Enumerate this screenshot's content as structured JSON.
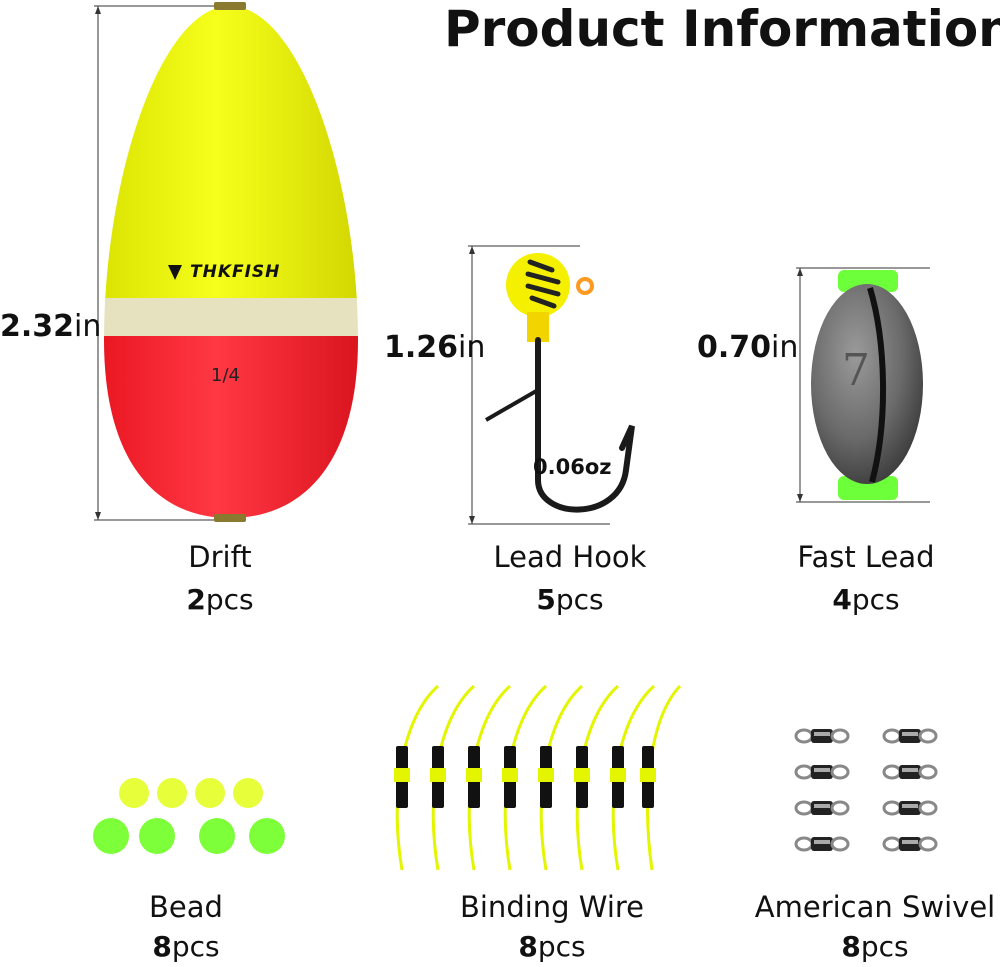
{
  "title": "Product Information",
  "brand": "THKFISH",
  "float_marking": "1/4",
  "hook_weight": "0.06oz",
  "sinker_marking": "7",
  "dimensions": {
    "drift": {
      "value": "2.32",
      "unit": "in"
    },
    "hook": {
      "value": "1.26",
      "unit": "in"
    },
    "lead": {
      "value": "0.70",
      "unit": "in"
    }
  },
  "products": [
    {
      "name": "Drift",
      "qty": "2",
      "unit": "pcs"
    },
    {
      "name": "Lead Hook",
      "qty": "5",
      "unit": "pcs"
    },
    {
      "name": "Fast Lead",
      "qty": "4",
      "unit": "pcs"
    },
    {
      "name": "Bead",
      "qty": "8",
      "unit": "pcs"
    },
    {
      "name": "Binding Wire",
      "qty": "8",
      "unit": "pcs"
    },
    {
      "name": "American Swivel",
      "qty": "8",
      "unit": "pcs"
    }
  ],
  "colors": {
    "float_top": "#f0f500",
    "float_bottom": "#ff2a35",
    "band": "#e6e2c0",
    "neon_green": "#7dff3a",
    "bead_yellow": "#e8ff3a"
  }
}
